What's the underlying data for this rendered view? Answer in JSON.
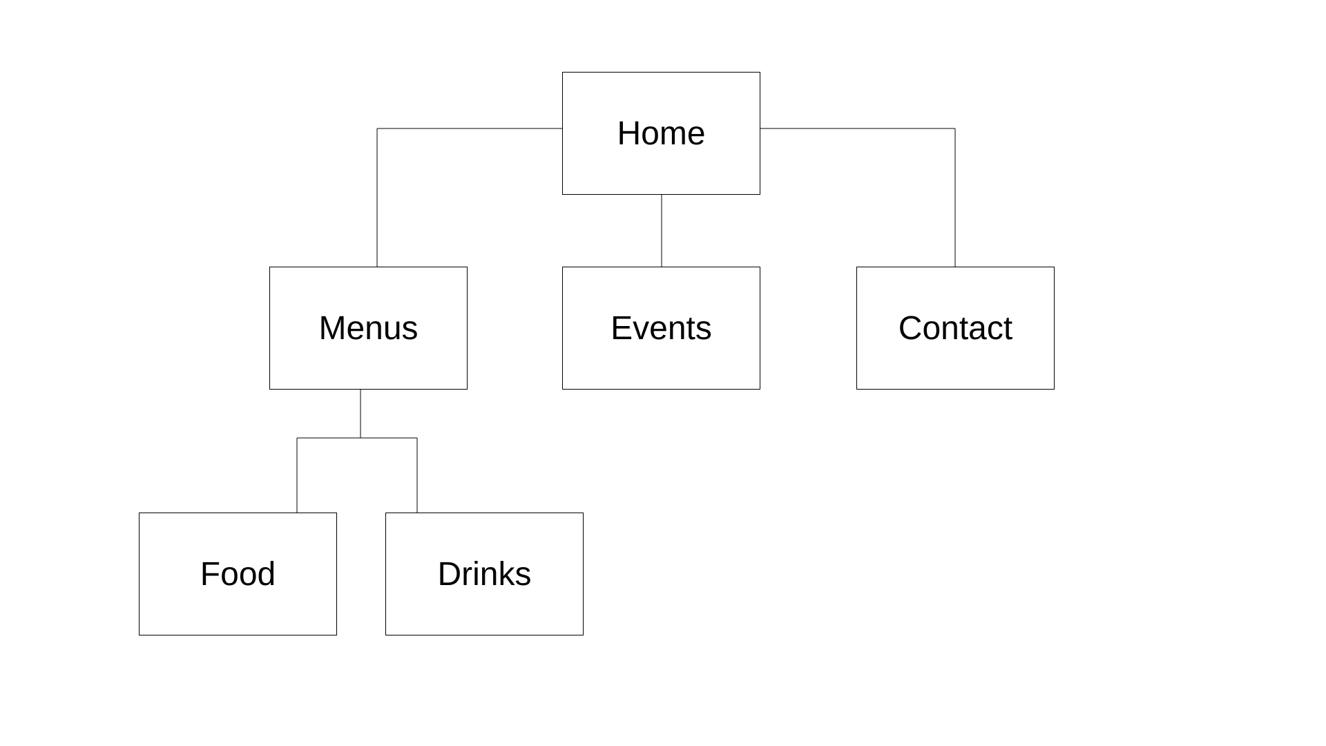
{
  "diagram": {
    "nodes": [
      {
        "id": "home",
        "label": "Home"
      },
      {
        "id": "menus",
        "label": "Menus"
      },
      {
        "id": "events",
        "label": "Events"
      },
      {
        "id": "contact",
        "label": "Contact"
      },
      {
        "id": "food",
        "label": "Food"
      },
      {
        "id": "drinks",
        "label": "Drinks"
      }
    ],
    "edges": [
      {
        "from": "home",
        "to": "menus"
      },
      {
        "from": "home",
        "to": "events"
      },
      {
        "from": "home",
        "to": "contact"
      },
      {
        "from": "menus",
        "to": "food"
      },
      {
        "from": "menus",
        "to": "drinks"
      }
    ],
    "colors": {
      "line": "#000000",
      "box_border": "#000000",
      "box_fill": "#ffffff",
      "text": "#000000",
      "background": "#ffffff"
    }
  }
}
